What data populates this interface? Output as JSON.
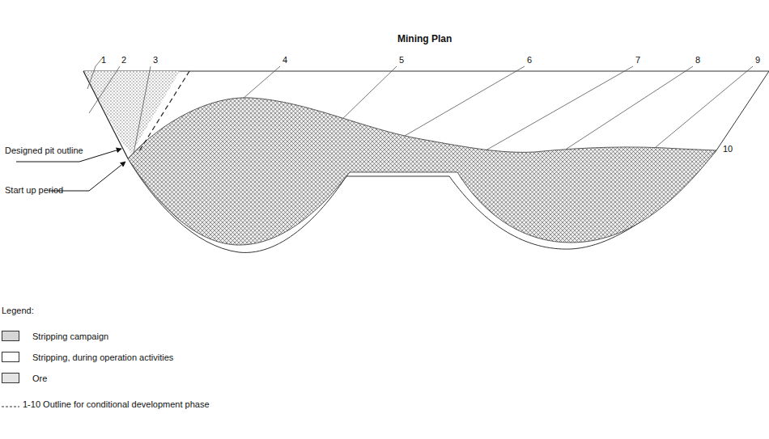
{
  "diagram": {
    "title": "Mining Plan",
    "labels": [
      "1",
      "2",
      "3",
      "4",
      "5",
      "6",
      "7",
      "8",
      "9",
      "10",
      "Designed pit outline",
      "Start up period",
      "Legend:"
    ],
    "legend": [
      {
        "text": "Stripping campaign",
        "color": "#d6d6d6"
      },
      {
        "text": "Stripping, during operation activities",
        "color": "#ffffff"
      },
      {
        "text": "Ore",
        "color": "#e4e4e4"
      },
      {
        "text": "1-10 Outline for conditional development phase"
      }
    ]
  }
}
